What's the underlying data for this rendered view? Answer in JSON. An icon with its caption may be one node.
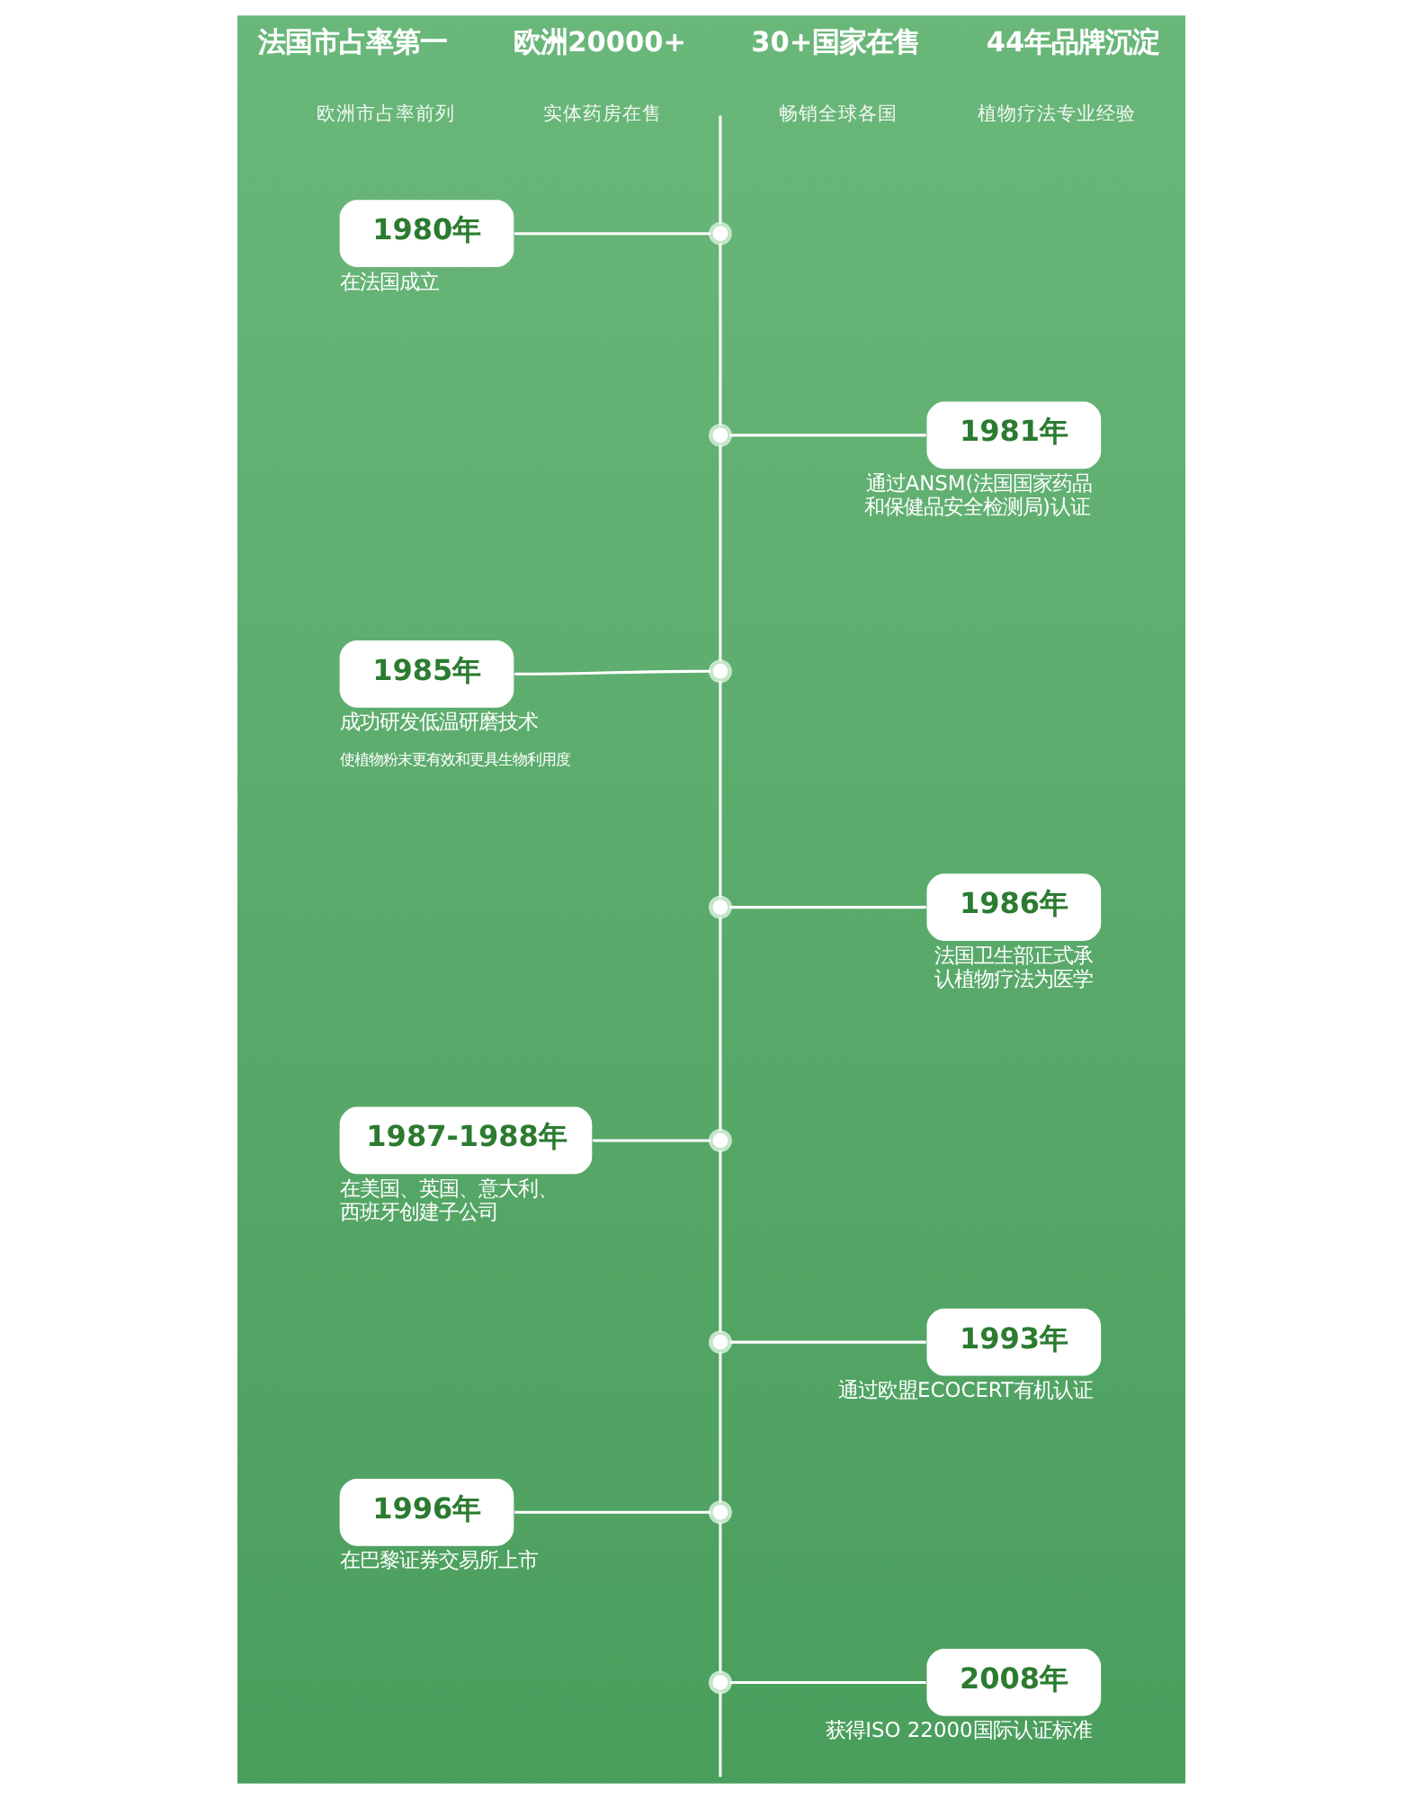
{
  "diagram": {
    "nodes": [
      {
        "text": [
          "1980年"
        ],
        "beside": [
          "在法国成立"
        ]
      },
      {
        "text": [],
        "shape": "circle"
      },
      {
        "text": [],
        "shape": "circle"
      },
      {
        "text": [
          "1981年"
        ],
        "beside": [
          "通过ANSM(法国国家药品和保健品安全检测局)认证"
        ]
      },
      {
        "text": [
          "1985年"
        ],
        "beside": [
          "成功研发低温研磨技术",
          "使植物粉末更有效和更具生物利用度"
        ]
      },
      {
        "text": [],
        "shape": "circle"
      },
      {
        "text": [],
        "shape": "circle"
      },
      {
        "text": [
          "1986年"
        ],
        "beside": [
          "法国卫生部正式承认植物疗法为医学"
        ]
      },
      {
        "text": [
          "1987-1988年"
        ],
        "beside": [
          "在美国、英国、意大利、西班牙创建子公司"
        ]
      },
      {
        "text": [],
        "shape": "circle"
      },
      {
        "text": [],
        "shape": "circle"
      },
      {
        "text": [
          "1993年"
        ],
        "beside": [
          "通过欧盟ECOCERT有机认证"
        ]
      },
      {
        "text": [
          "1996年"
        ],
        "beside": [
          "在巴黎证券交易所上市"
        ]
      },
      {
        "text": [],
        "shape": "circle"
      },
      {
        "text": [],
        "shape": "circle"
      },
      {
        "text": [
          "2008年"
        ],
        "beside": [
          "获得ISO 22000国际认证标准"
        ]
      }
    ],
    "edges": [
      {
        "from": null,
        "to": 1,
        "arrow": "none"
      },
      {
        "from": 0,
        "to": 1,
        "arrow": "none"
      },
      {
        "from": 1,
        "to": 2,
        "arrow": "none"
      },
      {
        "from": 2,
        "to": 3,
        "arrow": "none"
      },
      {
        "from": 2,
        "to": 5,
        "arrow": "none"
      },
      {
        "from": 4,
        "to": 5,
        "arrow": "none"
      },
      {
        "from": 5,
        "to": 6,
        "arrow": "none"
      },
      {
        "from": 6,
        "to": 7,
        "arrow": "none"
      },
      {
        "from": 6,
        "to": 9,
        "arrow": "none"
      },
      {
        "from": 8,
        "to": 9,
        "arrow": "none"
      },
      {
        "from": 9,
        "to": 10,
        "arrow": "none"
      },
      {
        "from": 10,
        "to": 11,
        "arrow": "none"
      },
      {
        "from": 10,
        "to": 13,
        "arrow": "none"
      },
      {
        "from": 12,
        "to": 13,
        "arrow": "none"
      },
      {
        "from": 13,
        "to": 14,
        "arrow": "none"
      },
      {
        "from": 14,
        "to": 15,
        "arrow": "none"
      },
      {
        "from": 14,
        "to": null,
        "arrow": "none"
      }
    ],
    "labels": [
      "法国市占率第一",
      "欧洲20000+",
      "30+国家在售",
      "44年品牌沉淀",
      "欧洲市占率前列",
      "实体药房在售",
      "畅销全球各国",
      "植物疗法专业经验"
    ]
  }
}
